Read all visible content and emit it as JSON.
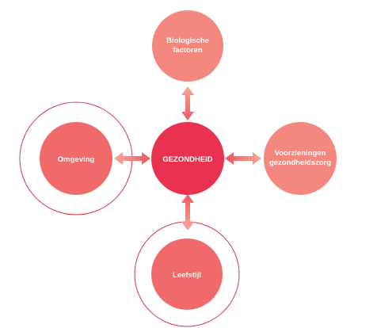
{
  "colors": {
    "center": "#e8324f",
    "node_medium": "#f06a6a",
    "node_light": "#f4887f",
    "ring": "#d9364c",
    "arrow_dark": "#ee5a5e",
    "arrow_light": "#f6a89a"
  },
  "nodes": {
    "center": {
      "label": "GEZONDHEID"
    },
    "top": {
      "line1": "Biologische",
      "line2": "factoren"
    },
    "right": {
      "line1": "Voorzieningen",
      "line2": "gezondheidszorg"
    },
    "left": {
      "label": "Omgeving"
    },
    "bottom": {
      "label": "Leefstijl"
    }
  }
}
